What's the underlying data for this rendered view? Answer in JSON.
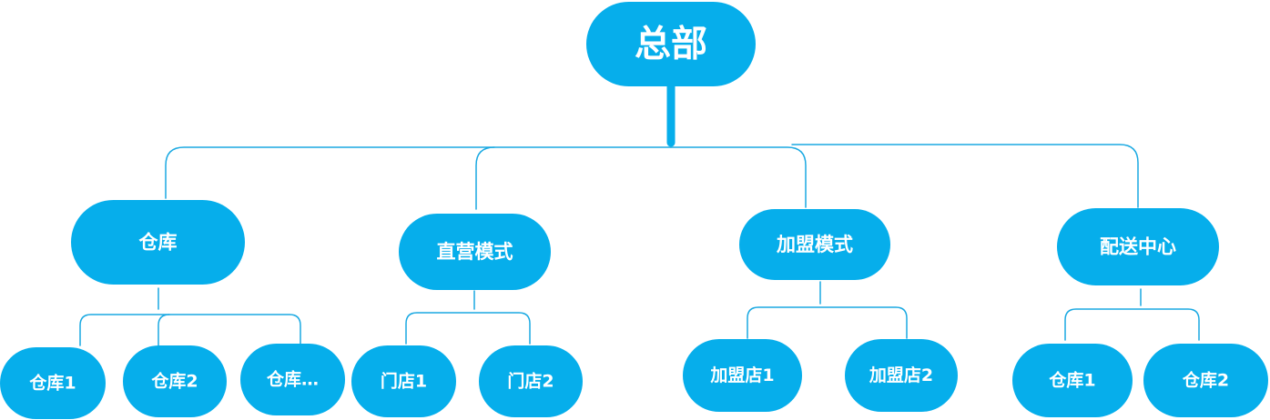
{
  "root": {
    "label": "总部"
  },
  "groups": [
    {
      "label": "仓库",
      "children": [
        {
          "label": "仓库1"
        },
        {
          "label": "仓库2"
        },
        {
          "label": "仓库…"
        }
      ]
    },
    {
      "label": "直营模式",
      "children": [
        {
          "label": "门店1"
        },
        {
          "label": "门店2"
        }
      ]
    },
    {
      "label": "加盟模式",
      "children": [
        {
          "label": "加盟店1"
        },
        {
          "label": "加盟店2"
        }
      ]
    },
    {
      "label": "配送中心",
      "children": [
        {
          "label": "仓库1"
        },
        {
          "label": "仓库2"
        }
      ]
    }
  ],
  "colors": {
    "node_fill": "#06aeeb",
    "node_text": "#ffffff",
    "connector": "#1aa9e2"
  }
}
